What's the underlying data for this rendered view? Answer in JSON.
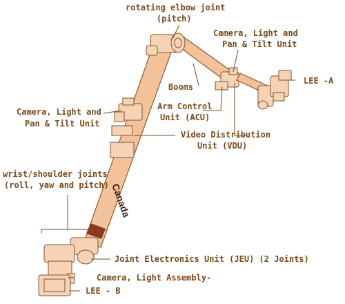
{
  "labels": {
    "elbow_1": "rotating elbow joint",
    "elbow_2": "(pitch)",
    "cam_right_1": "Camera, Light and",
    "cam_right_2": "Pan & Tilt Unit",
    "lee_a": "LEE -A",
    "booms": "Booms",
    "cam_left_1": "Camera, Light and",
    "cam_left_2": "Pan & Tilt Unit",
    "acu_1": "Arm Control",
    "acu_2": "Unit (ACU)",
    "vdu_1": "Video Distribution",
    "vdu_2": "Unit (VDU)",
    "wrist_1": "wrist/shoulder joints",
    "wrist_2": "(roll, yaw and pitch)",
    "jeu": "Joint Electronics Unit (JEU) (2 Joints)",
    "camera_light": "Camera, Light Assembly-",
    "lee_b": "LEE - B",
    "boom_text": "Canada"
  },
  "colors": {
    "label": "#7a4a1c",
    "arm_fill": "#f3c29a",
    "arm_stroke": "#8a5a2c",
    "band": "#8a3a1a"
  }
}
